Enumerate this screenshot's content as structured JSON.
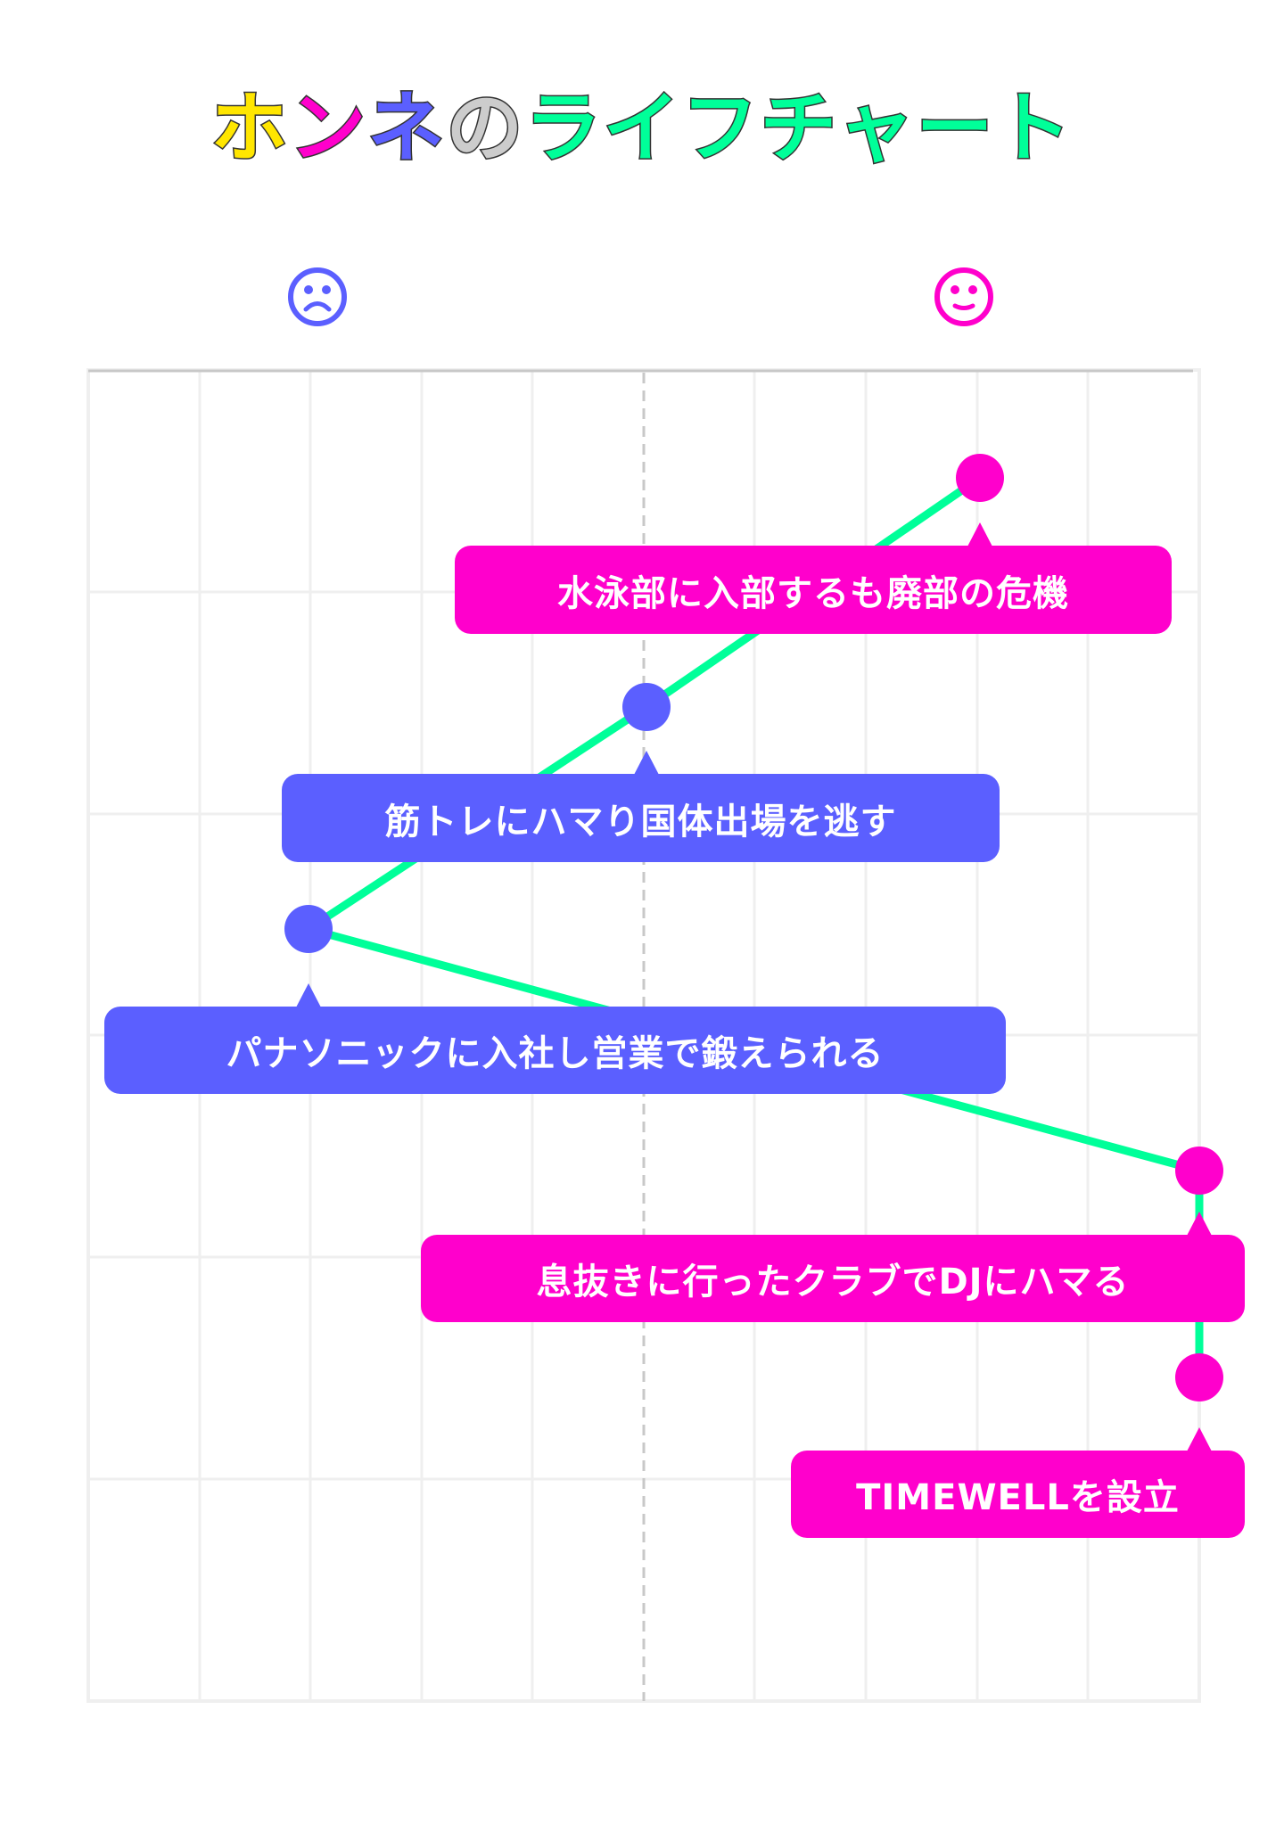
{
  "title": {
    "parts": [
      {
        "text": "ホ",
        "color": "#FFE600"
      },
      {
        "text": "ン",
        "color": "#FF00CC"
      },
      {
        "text": "ネ",
        "color": "#5B5FFF"
      },
      {
        "text": "の",
        "color": "#CCCCCC"
      },
      {
        "text": "ライフチャート",
        "color": "#00FF99"
      }
    ],
    "full": "ホンネのライフチャート"
  },
  "axis": {
    "left_icon": "sad-face-icon",
    "right_icon": "happy-face-icon",
    "left_color": "#5B5FFF",
    "right_color": "#FF00CC"
  },
  "colors": {
    "line": "#00FF99",
    "positive": "#FF00CC",
    "negative": "#5B5FFF",
    "grid": "#EFEFEF",
    "center_dashed": "#C8C8C8"
  },
  "chart_data": {
    "type": "line",
    "title": "ホンネのライフチャート",
    "xlabel": "",
    "ylabel": "",
    "x_axis": {
      "min": -5,
      "max": 5,
      "left_label": "sad",
      "right_label": "happy",
      "center_line": "dashed"
    },
    "y_axis": {
      "min": 0,
      "max": 6,
      "direction": "time flows downward"
    },
    "grid": true,
    "legend": null,
    "points": [
      {
        "x": 3,
        "y": 0.5,
        "label": "水泳部に入部するも廃部の危機",
        "color": "#FF00CC"
      },
      {
        "x": 0,
        "y": 1.5,
        "label": "筋トレにハマり国体出場を逃す",
        "color": "#5B5FFF"
      },
      {
        "x": -3,
        "y": 2.5,
        "label": "パナソニックに入社し営業で鍛えられる",
        "color": "#5B5FFF"
      },
      {
        "x": 5,
        "y": 3.6,
        "label": "息抜きに行ったクラブでDJにハマる",
        "color": "#FF00CC"
      },
      {
        "x": 5,
        "y": 4.5,
        "label": "TIMEWELLを設立",
        "color": "#FF00CC"
      }
    ]
  },
  "labels": [
    {
      "text": "水泳部に入部するも廃部の危機"
    },
    {
      "text": "筋トレにハマり国体出場を逃す"
    },
    {
      "text": "パナソニックに入社し営業で鍛えられる"
    },
    {
      "text": "息抜きに行ったクラブでDJにハマる"
    },
    {
      "text": "TIMEWELLを設立"
    }
  ]
}
